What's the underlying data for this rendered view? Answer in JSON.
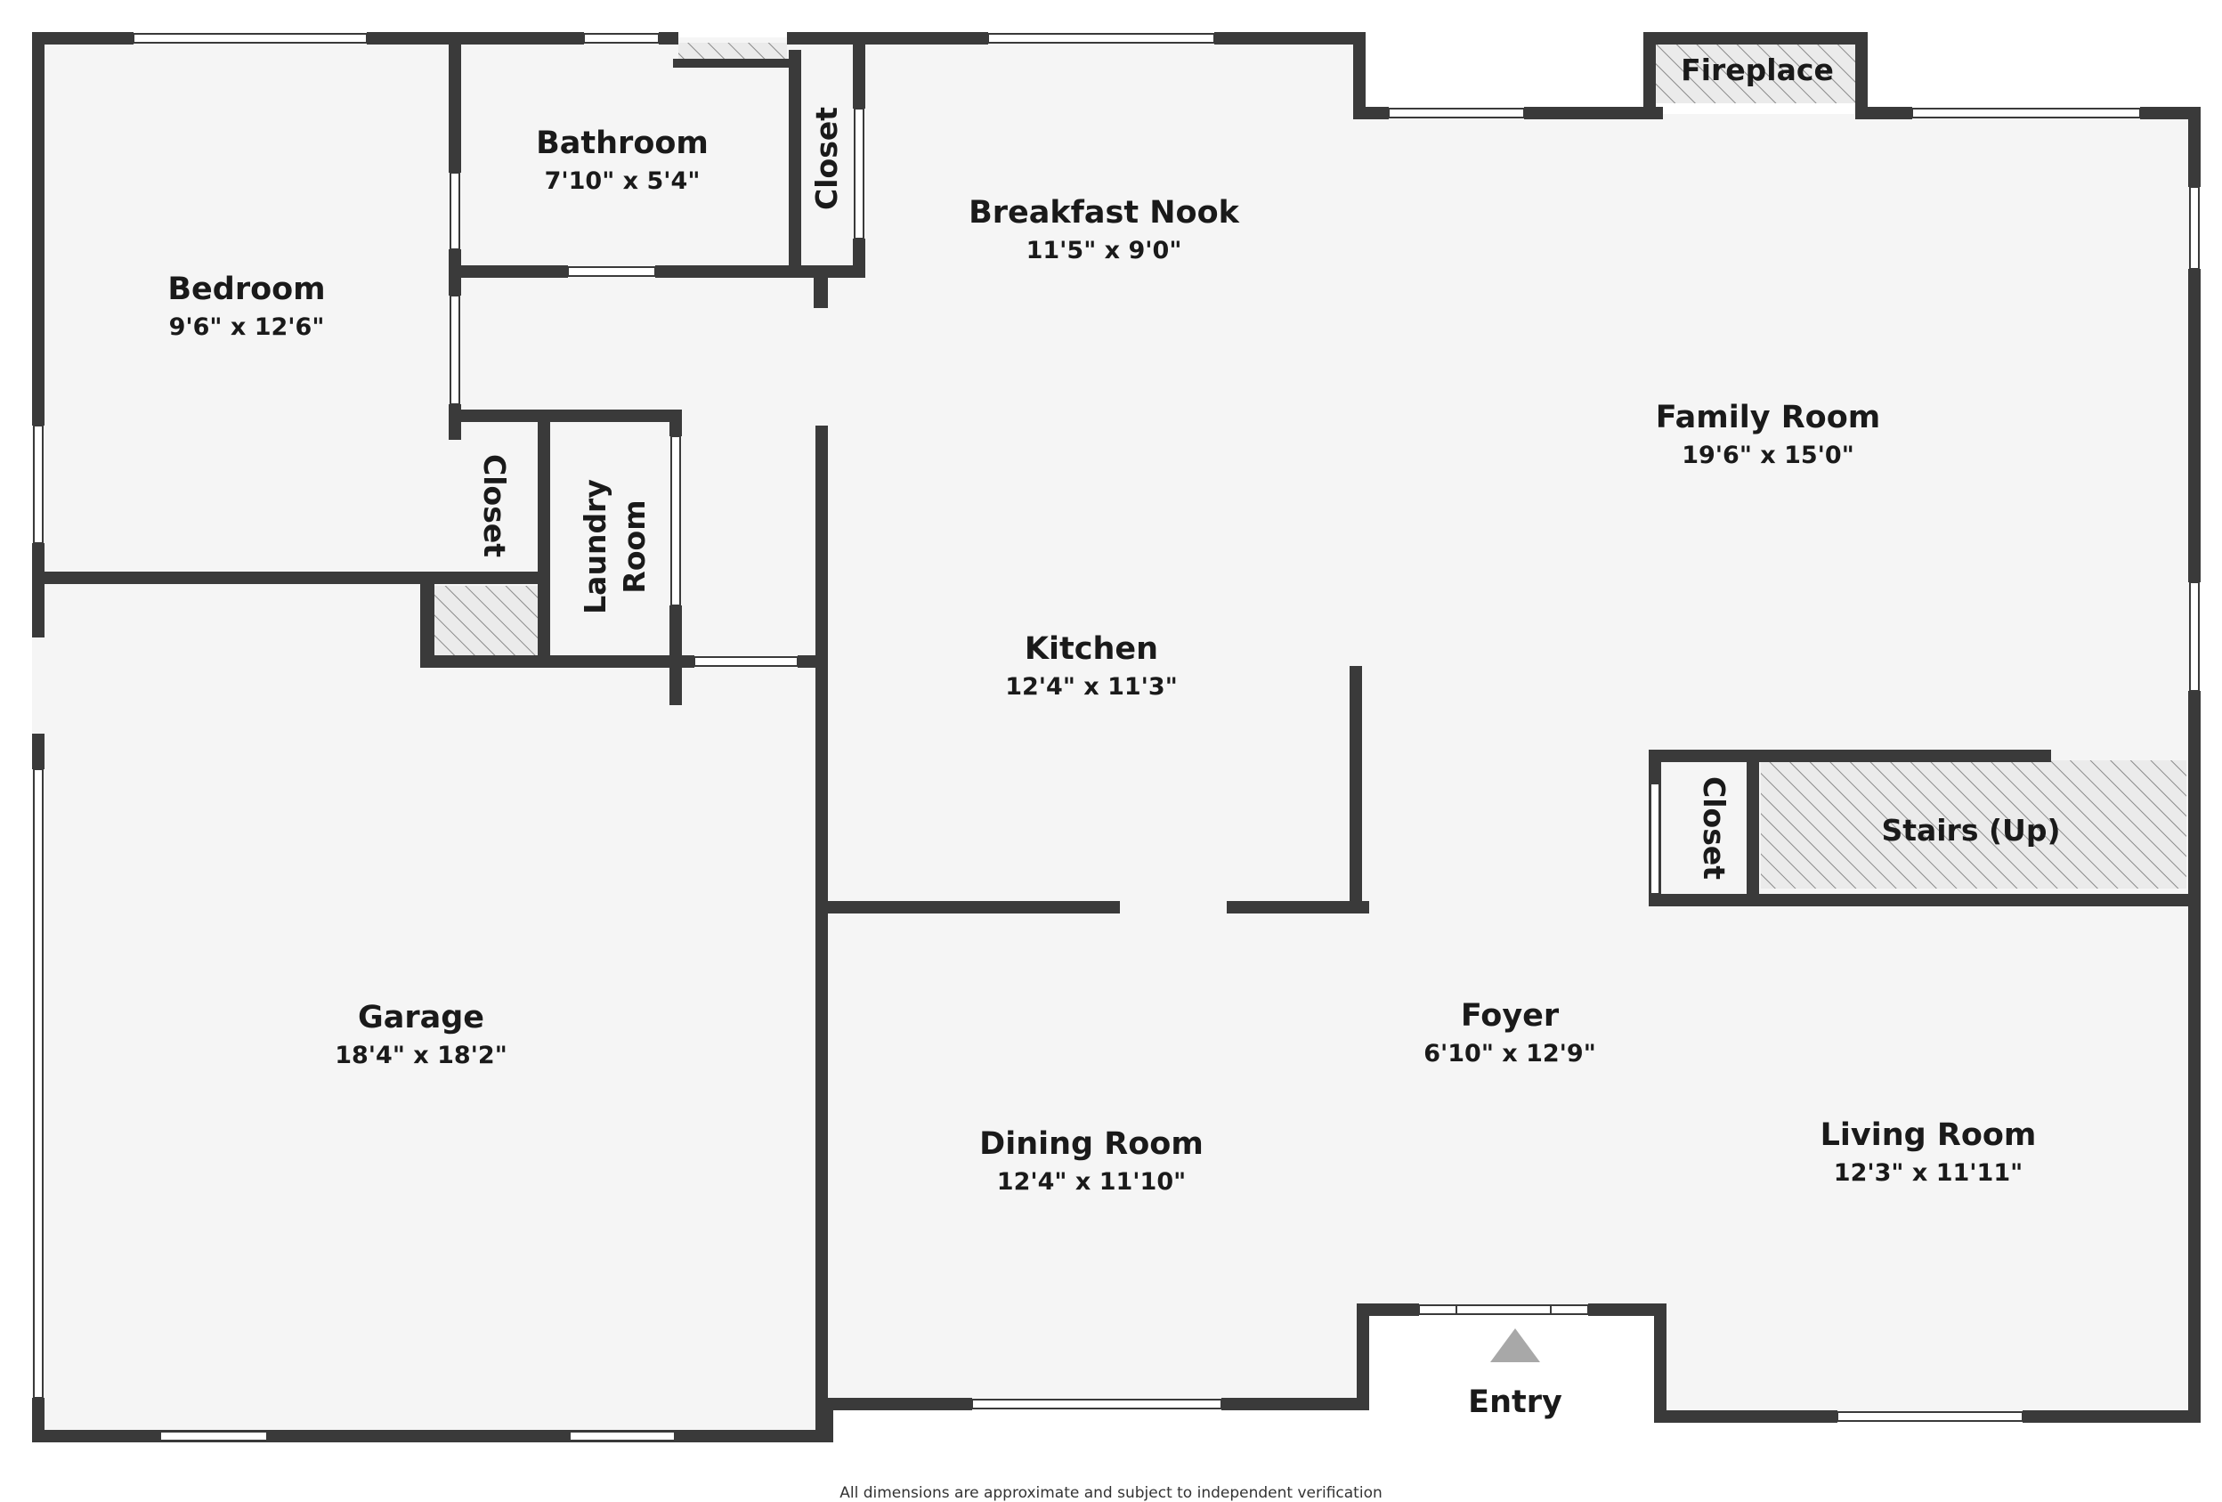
{
  "rooms": {
    "bedroom": {
      "name": "Bedroom",
      "dims": "9'6\" x 12'6\""
    },
    "bathroom": {
      "name": "Bathroom",
      "dims": "7'10\" x 5'4\""
    },
    "breakfast": {
      "name": "Breakfast Nook",
      "dims": "11'5\" x 9'0\""
    },
    "family": {
      "name": "Family Room",
      "dims": "19'6\" x 15'0\""
    },
    "kitchen": {
      "name": "Kitchen",
      "dims": "12'4\" x 11'3\""
    },
    "garage": {
      "name": "Garage",
      "dims": "18'4\" x 18'2\""
    },
    "foyer": {
      "name": "Foyer",
      "dims": "6'10\" x 12'9\""
    },
    "dining": {
      "name": "Dining Room",
      "dims": "12'4\" x 11'10\""
    },
    "living": {
      "name": "Living Room",
      "dims": "12'3\" x 11'11\""
    }
  },
  "labels": {
    "closet_top": "Closet",
    "closet_mid": "Closet",
    "closet_stairs": "Closet",
    "laundry_line1": "Laundry",
    "laundry_line2": "Room",
    "fireplace": "Fireplace",
    "stairs": "Stairs (Up)",
    "entry": "Entry"
  },
  "colors": {
    "wall": "#3a3a3a",
    "floor": "#f5f5f5",
    "hatch": "#8a8a8a",
    "arrow": "#a8a8a8"
  },
  "disclaimer": "All dimensions are approximate and subject to independent verification"
}
